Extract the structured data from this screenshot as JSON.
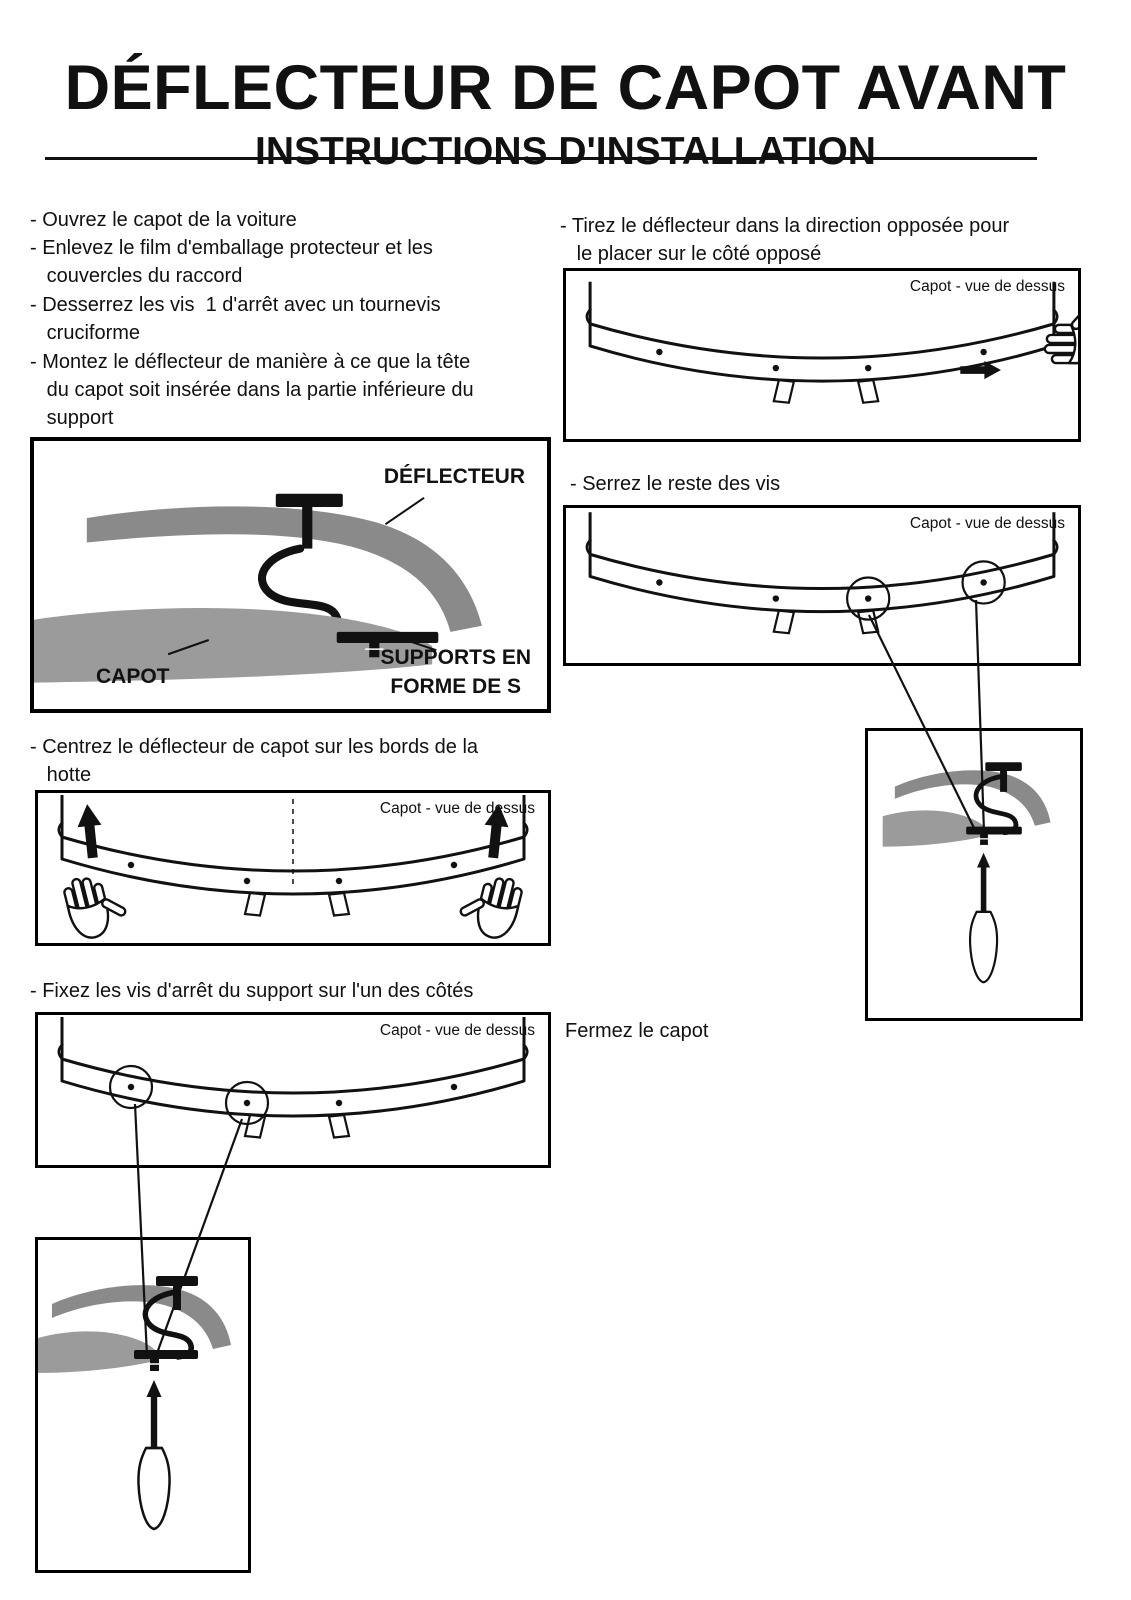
{
  "colors": {
    "ink": "#111111",
    "deflector_gray": "#8a8a8a",
    "hood_gray": "#9b9b9b"
  },
  "header": {
    "title": "DÉFLECTEUR DE CAPOT AVANT",
    "subtitle": "INSTRUCTIONS D'INSTALLATION"
  },
  "captions": {
    "top_view": "Capot - vue de dessus"
  },
  "steps": {
    "open_hood": "- Ouvrez le capot de la voiture",
    "remove_film": "- Enlevez le film d'emballage protecteur et les\n   couvercles du raccord",
    "loosen_screws": "- Desserrez les vis  1 d'arrêt avec un tournevis\n   cruciforme",
    "mount_deflector": "- Montez le déflecteur de manière à ce que la tête\n   du capot soit insérée dans la partie inférieure du\n   support",
    "center_deflector": "- Centrez le déflecteur de capot sur les bords de la\n   hotte",
    "fix_screws": "- Fixez les vis d'arrêt du support sur l'un des côtés",
    "pull_deflector": "- Tirez le déflecteur dans la direction opposée pour\n   le placer sur le côté opposé",
    "tighten_rest": "- Serrez le reste des vis",
    "close_hood": "Fermez le capot"
  },
  "cross_section_labels": {
    "deflector": "DÉFLECTEUR",
    "hood": "CAPOT",
    "brackets": "SUPPORTS EN\nFORME DE S"
  }
}
